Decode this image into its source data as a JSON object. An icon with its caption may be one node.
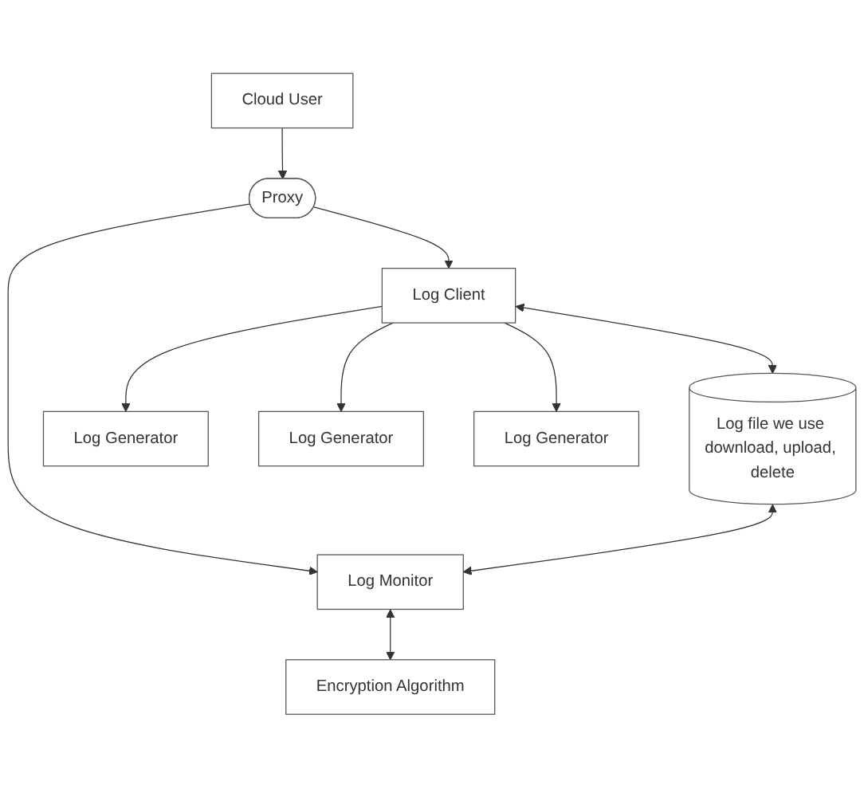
{
  "diagram": {
    "nodes": [
      {
        "text": [
          "Encryption Algorithm"
        ]
      },
      {
        "text": [
          "Cloud User"
        ]
      },
      {
        "text": [
          "Proxy"
        ]
      },
      {
        "text": [
          "Log Monitor"
        ]
      },
      {
        "text": [
          "Log Client"
        ]
      },
      {
        "text": [
          "Log file we use download, upload, delete"
        ]
      },
      {
        "text": [
          "Log Generator"
        ]
      },
      {
        "text": [
          "Log Generator"
        ]
      },
      {
        "text": [
          "Log Generator"
        ]
      }
    ],
    "edges": [
      {
        "from": 3,
        "to": 0,
        "arrow": "both"
      },
      {
        "from": 1,
        "to": 2,
        "arrow": "to"
      },
      {
        "from": 2,
        "to": 3,
        "arrow": "to"
      },
      {
        "from": 2,
        "to": 4,
        "arrow": "to"
      },
      {
        "from": 5,
        "to": 3,
        "arrow": "both"
      },
      {
        "from": 4,
        "to": 5,
        "arrow": "both"
      },
      {
        "from": 4,
        "to": 6,
        "arrow": "to"
      },
      {
        "from": 4,
        "to": 7,
        "arrow": "to"
      },
      {
        "from": 4,
        "to": 8,
        "arrow": "to"
      }
    ]
  }
}
